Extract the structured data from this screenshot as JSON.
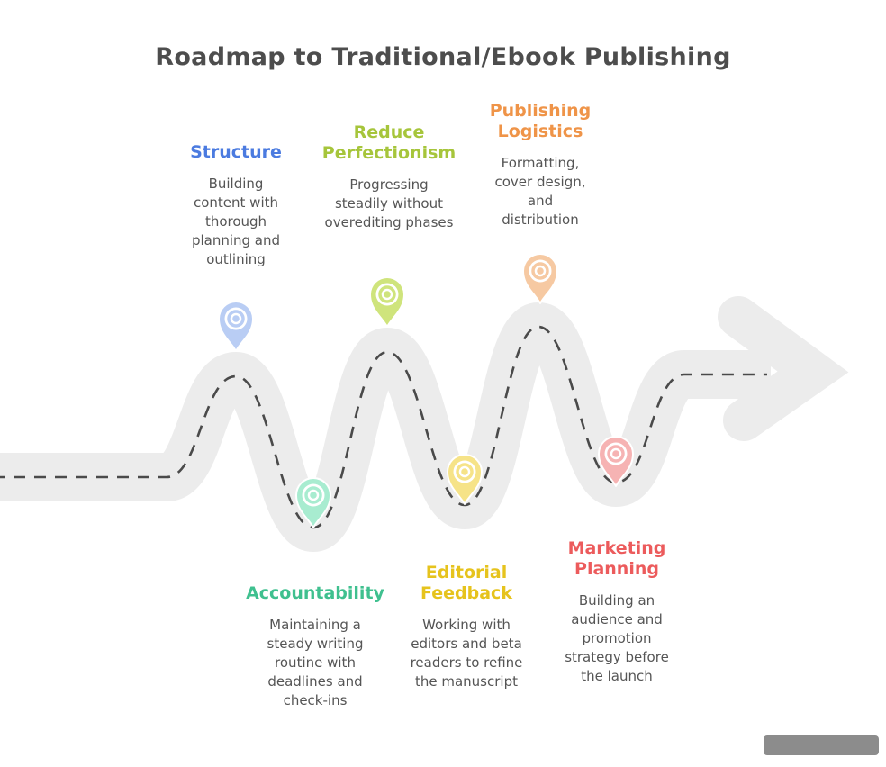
{
  "title": "Roadmap to Traditional/Ebook Publishing",
  "colors": {
    "title_text": "#4d4d4d",
    "body_text": "#555555",
    "road": "#ececec",
    "dash_line": "#4a4a4a",
    "arrow": "#ececec",
    "watermark_bg": "#8c8c8c"
  },
  "milestones": [
    {
      "id": "structure",
      "label": "Structure",
      "label_color": "#4b7be0",
      "pin_color": "#b9cdf4",
      "description": "Building content with thorough planning and outlining"
    },
    {
      "id": "reduce-perfectionism",
      "label": "Reduce Perfectionism",
      "label_color": "#a6c53b",
      "pin_color": "#cfe47c",
      "description": "Progressing steadily without overediting phases"
    },
    {
      "id": "publishing-logistics",
      "label": "Publishing Logistics",
      "label_color": "#ef9448",
      "pin_color": "#f6c9a2",
      "description": "Formatting, cover design, and distribution"
    },
    {
      "id": "accountability",
      "label": "Accountability",
      "label_color": "#3fc08f",
      "pin_color": "#a8ecd0",
      "description": "Maintaining a steady writing routine with deadlines and check-ins"
    },
    {
      "id": "editorial-feedback",
      "label": "Editorial Feedback",
      "label_color": "#e6c31d",
      "pin_color": "#f6e388",
      "description": "Working with editors and beta readers to refine the manuscript"
    },
    {
      "id": "marketing-planning",
      "label": "Marketing Planning",
      "label_color": "#ec5b5c",
      "pin_color": "#f6b3b3",
      "description": "Building an audience and promotion strategy before the launch"
    }
  ]
}
